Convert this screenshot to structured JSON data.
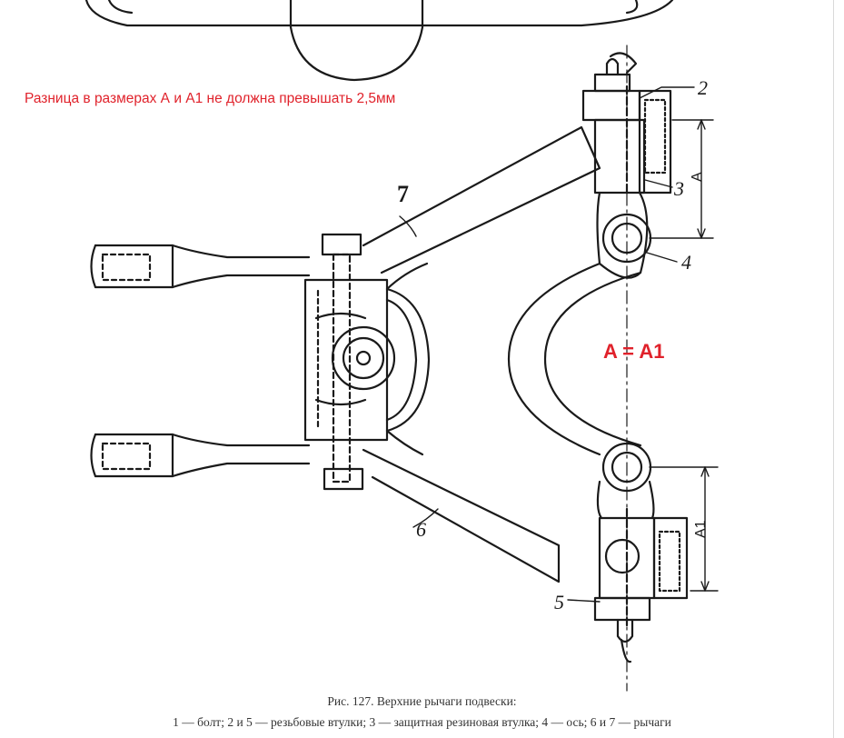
{
  "note": "Разница в размерах А и А1 не должна превышать 2,5мм",
  "formula": "A = A1",
  "labels": {
    "l2": "2",
    "l3": "3",
    "l4": "4",
    "l5": "5",
    "l6": "6",
    "l7": "7",
    "dim_a": "A",
    "dim_a1": "A1"
  },
  "caption": {
    "title": "Рис. 127. Верхние рычаги подвески:",
    "legend": "1 — болт; 2 и 5 — резьбовые втулки; 3 — защитная резиновая втулка; 4 — ось; 6 и 7 — рычаги"
  },
  "colors": {
    "annotation": "#e0222b",
    "drawing": "#1a1a1a"
  }
}
